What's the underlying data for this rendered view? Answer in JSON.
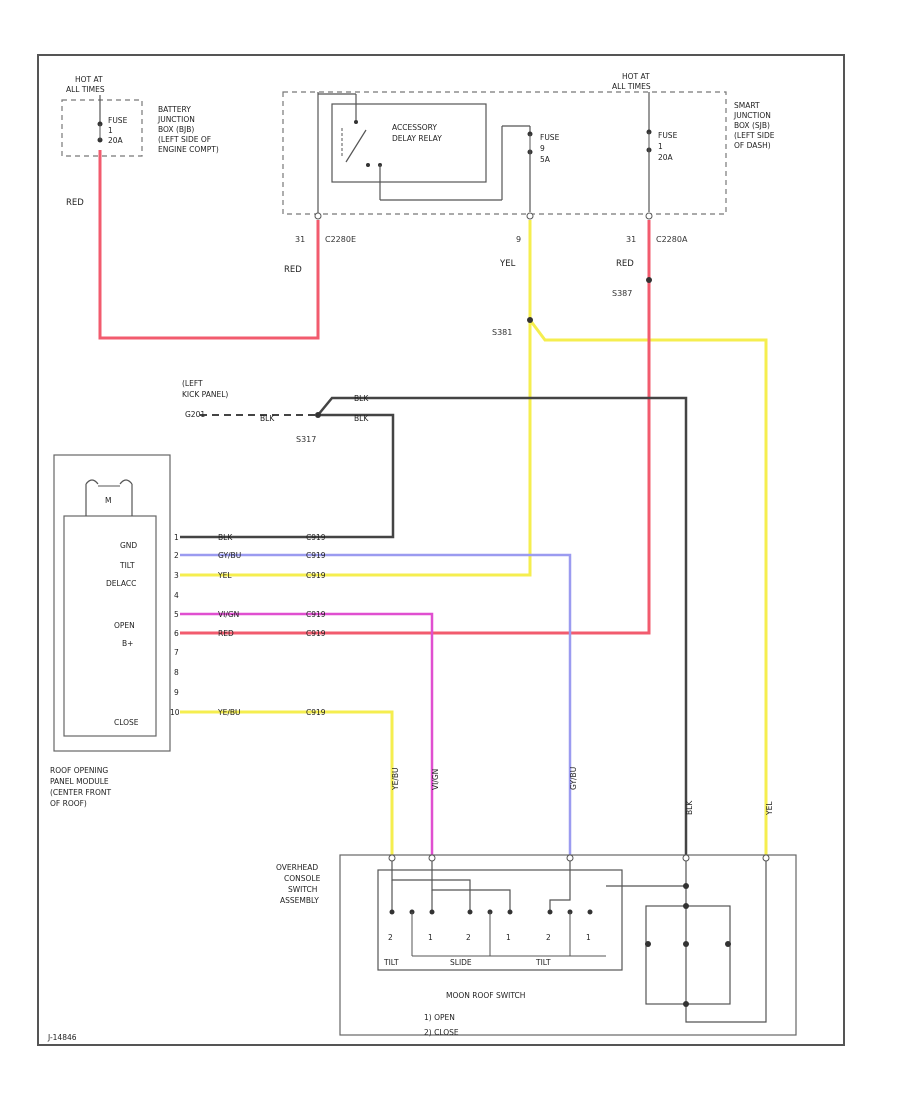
{
  "colors": {
    "red": "#f25b6e",
    "yellow": "#f5ee4f",
    "violet": "#9b9bf0",
    "pink": "#e04fd0",
    "black": "#444444",
    "outline": "#555555"
  },
  "power": {
    "hot_left": [
      "HOT AT",
      "ALL TIMES"
    ],
    "hot_right": [
      "HOT AT",
      "ALL TIMES"
    ],
    "fuse_left": [
      "FUSE",
      "1",
      "20A"
    ],
    "fuse_mid": [
      "FUSE",
      "9",
      "5A"
    ],
    "fuse_right": [
      "FUSE",
      "1",
      "20A"
    ],
    "battery_jb": [
      "BATTERY",
      "JUNCTION",
      "BOX (BJB)",
      "(LEFT SIDE OF",
      "ENGINE COMPT)"
    ],
    "smart_jb": [
      "SMART",
      "JUNCTION",
      "BOX (SJB)",
      "(LEFT SIDE",
      "OF DASH)"
    ],
    "relay": [
      "ACCESSORY",
      "DELAY RELAY"
    ],
    "c2280e": "C2280E",
    "c2280a": "C2280A",
    "pin_31a": "31",
    "pin_9": "9",
    "pin_31b": "31",
    "splice_s381": "S381",
    "splice_s387": "S387"
  },
  "ground": {
    "location": [
      "(LEFT",
      "KICK PANEL)"
    ],
    "g_id": "G201",
    "splice": "S317"
  },
  "wires": {
    "red": "RED",
    "yel": "YEL",
    "blk": "BLK",
    "blk_upper": "BLK",
    "ye_bu": "YE/BU",
    "gy_bu": "GY/BU",
    "vi_gn": "VI/GN",
    "gy_bu_vert": "GY/BU",
    "ye_bu_vert": "YE/BU",
    "vi_gn_vert": "VI/GN"
  },
  "module": {
    "name": [
      "ROOF OPENING",
      "PANEL MODULE",
      "(CENTER FRONT",
      "OF ROOF)"
    ],
    "motor": "M",
    "pins": [
      {
        "num": "1",
        "func": "GND",
        "wire": "BLK",
        "conn": "C919"
      },
      {
        "num": "2",
        "func": "TILT",
        "wire": "GY/BU",
        "conn": "C919"
      },
      {
        "num": "3",
        "func": "DELACC",
        "wire": "YEL",
        "conn": "C919"
      },
      {
        "num": "4",
        "func": "",
        "wire": "",
        "conn": ""
      },
      {
        "num": "5",
        "func": "OPEN",
        "wire": "VI/GN",
        "conn": "C919"
      },
      {
        "num": "6",
        "func": "B+",
        "wire": "RED",
        "conn": "C919"
      },
      {
        "num": "7",
        "func": "",
        "wire": "",
        "conn": ""
      },
      {
        "num": "8",
        "func": "",
        "wire": "",
        "conn": ""
      },
      {
        "num": "9",
        "func": "",
        "wire": "",
        "conn": ""
      },
      {
        "num": "10",
        "func": "CLOSE",
        "wire": "YE/BU",
        "conn": "C919"
      }
    ]
  },
  "switch": {
    "assembly": [
      "OVERHEAD",
      "CONSOLE",
      "SWITCH",
      "ASSEMBLY"
    ],
    "name": "MOON ROOF SWITCH",
    "legend": [
      "1) OPEN",
      "2) CLOSE"
    ],
    "labels": [
      "TILT",
      "SLIDE",
      "TILT"
    ],
    "contacts": [
      "2",
      "1",
      "2",
      "1",
      "2",
      "1"
    ]
  },
  "footer": "J-14846"
}
